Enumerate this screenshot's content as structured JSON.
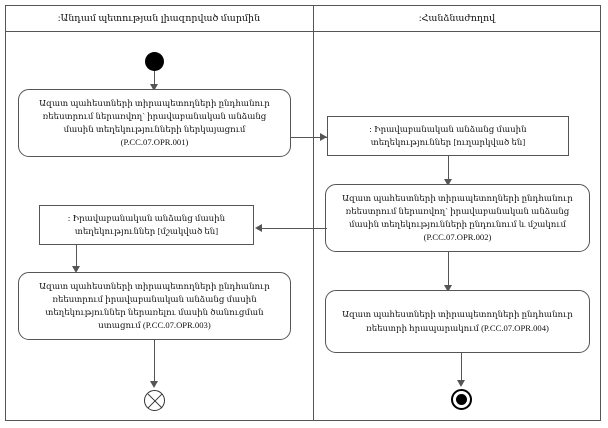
{
  "diagram": {
    "type": "uml-activity-diagram",
    "language": "hy",
    "swimlanes": [
      {
        "id": "member-state-authority",
        "title": ":Անդամ պետության լիազորված մարմին"
      },
      {
        "id": "commission",
        "title": ":Հանձնաժողով"
      }
    ],
    "nodes": {
      "start": {
        "kind": "initial-node",
        "lane": "member-state-authority"
      },
      "action_001": {
        "kind": "action",
        "lane": "member-state-authority",
        "lines": [
          "Ազատ պահեստների տիրապետողների ընդհանուր",
          "ռեեստրում ներառվող` իրավաբանական անձանց",
          "մասին տեղեկությունների ներկայացում",
          "(P.CC.07.OPR.001)"
        ],
        "code": "P.CC.07.OPR.001"
      },
      "object_sent": {
        "kind": "object-node",
        "lane": "commission",
        "lines": [
          ": Իրավաբանական անձանց մասին",
          "տեղեկություններ [ուղարկված են]"
        ],
        "state": "ուղարկված են"
      },
      "action_002": {
        "kind": "action",
        "lane": "commission",
        "lines": [
          "Ազատ պահեստների տիրապետողների ընդհանուր",
          "ռեեստրում ներառվող` իրավաբանական անձանց",
          "մասին տեղեկությունների ընդունում և մշակում",
          "(P.CC.07.OPR.002)"
        ],
        "code": "P.CC.07.OPR.002"
      },
      "object_processed": {
        "kind": "object-node",
        "lane": "member-state-authority",
        "lines": [
          ": Իրավաբանական անձանց մասին",
          "տեղեկություններ [մշակված են]"
        ],
        "state": "մշակված են"
      },
      "action_003": {
        "kind": "action",
        "lane": "member-state-authority",
        "lines": [
          "Ազատ պահեստների տիրապետողների ընդհանուր",
          "ռեեստրում իրավաբանական անձանց մասին",
          "տեղեկություններ ներառելու մասին ծանուցման",
          "ստացում (P.CC.07.OPR.003)"
        ],
        "code": "P.CC.07.OPR.003"
      },
      "action_004": {
        "kind": "action",
        "lane": "commission",
        "lines": [
          "Ազատ պահեստների տիրապետողների ընդհանուր",
          "ռեեստրի հրապարակում (P.CC.07.OPR.004)"
        ],
        "code": "P.CC.07.OPR.004"
      },
      "flow_final": {
        "kind": "flow-final-node",
        "lane": "member-state-authority"
      },
      "activity_final": {
        "kind": "activity-final-node",
        "lane": "commission"
      }
    },
    "colors": {
      "stroke": "#555555",
      "fill": "#ffffff",
      "text": "#111111",
      "control_node": "#000000"
    }
  }
}
